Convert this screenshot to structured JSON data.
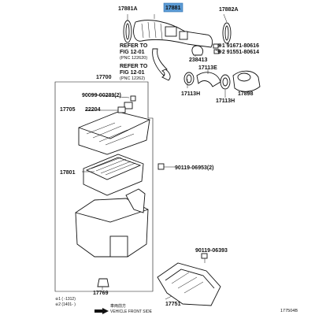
{
  "labels": {
    "p17881": "17881",
    "p17881A": "17881A",
    "p17882A": "17882A",
    "ref1_a": "REFER TO",
    "ref1_b": "FIG 12-01",
    "ref1_c": "(PNC 122620)",
    "ref2_a": "REFER TO",
    "ref2_b": "FIG 12-01",
    "ref2_c": "(PNC 12262)",
    "p238413": "238413",
    "p91671": "※1 91671-80616",
    "p91551": "※2 91551-80614",
    "p17700": "17700",
    "p17113E": "17113E",
    "p90099": "90099-00289(2)",
    "p17705": "17705",
    "p22204": "22204",
    "p17113H_a": "17113H",
    "p17113H_b": "17113H",
    "p17898": "17898",
    "p17801": "17801",
    "p90119a": "90119-06953(2)",
    "p90119b": "90119-06393",
    "p17769": "17769",
    "p17751": "17751",
    "note1": "※1 (     -1312)",
    "note2": "※2 (1401-     )",
    "front_jp": "車両前方",
    "front_en": "VEHICLE FRONT SIDE",
    "fig_code": "177504B"
  },
  "colors": {
    "highlight": "#5b9bd5",
    "line": "#111111"
  }
}
